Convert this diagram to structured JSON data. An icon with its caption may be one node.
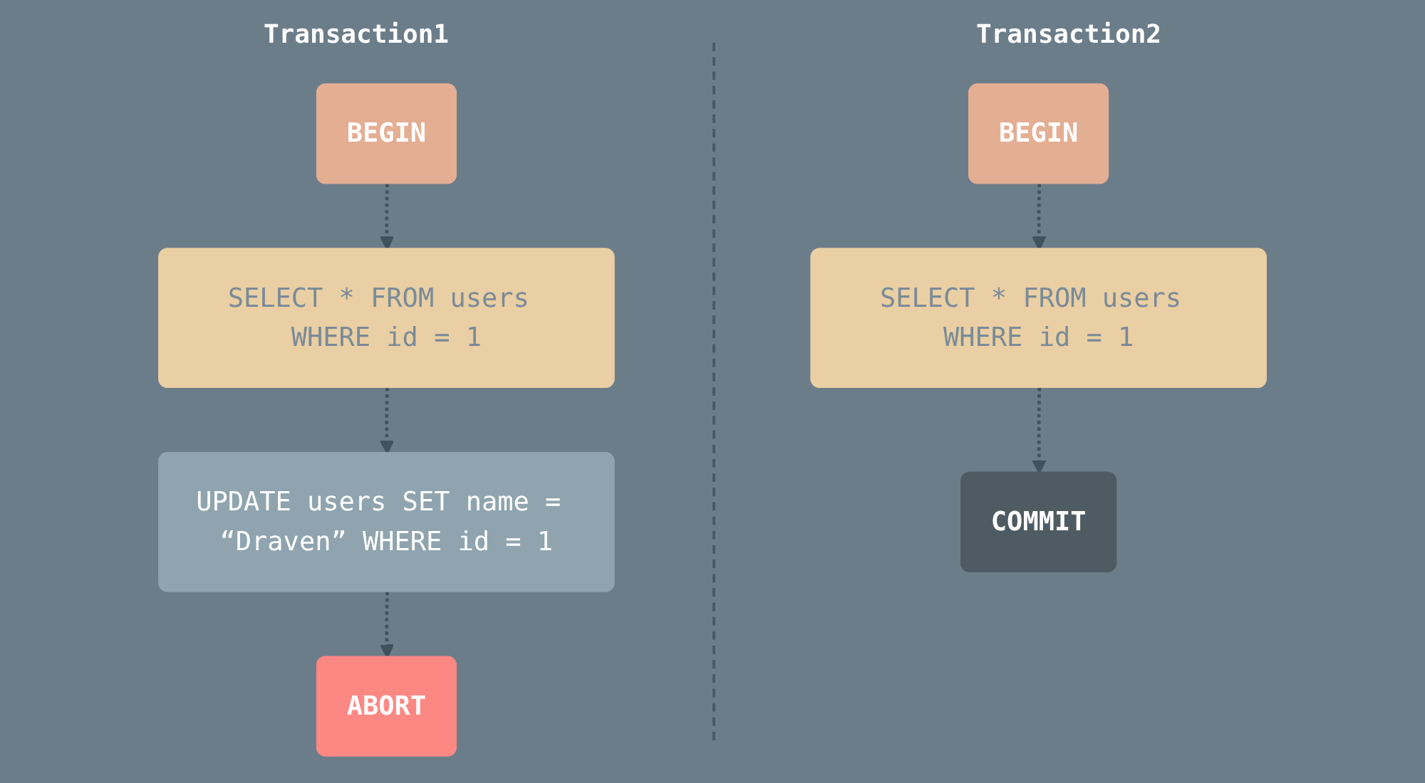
{
  "diagram": {
    "nodes": [
      {
        "text": [
          "BEGIN"
        ]
      },
      {
        "text": [
          "SELECT * FROM users WHERE id = 1"
        ]
      },
      {
        "text": [
          "UPDATE users SET name = “Draven” WHERE id = 1"
        ]
      },
      {
        "text": [
          "ABORT"
        ]
      },
      {
        "text": [
          "BEGIN"
        ]
      },
      {
        "text": [
          "SELECT * FROM users WHERE id = 1"
        ]
      },
      {
        "text": [
          "COMMIT"
        ]
      }
    ],
    "edges": [
      {
        "from": 0,
        "to": 1,
        "arrow": "to",
        "style": "dashed"
      },
      {
        "from": 1,
        "to": 2,
        "arrow": "to",
        "style": "dashed"
      },
      {
        "from": 2,
        "to": 3,
        "arrow": "to",
        "style": "dashed"
      },
      {
        "from": 4,
        "to": 5,
        "arrow": "to",
        "style": "dashed"
      },
      {
        "from": 5,
        "to": 6,
        "arrow": "to",
        "style": "dashed"
      }
    ],
    "labels": [
      "Transaction1",
      "Transaction2"
    ]
  }
}
